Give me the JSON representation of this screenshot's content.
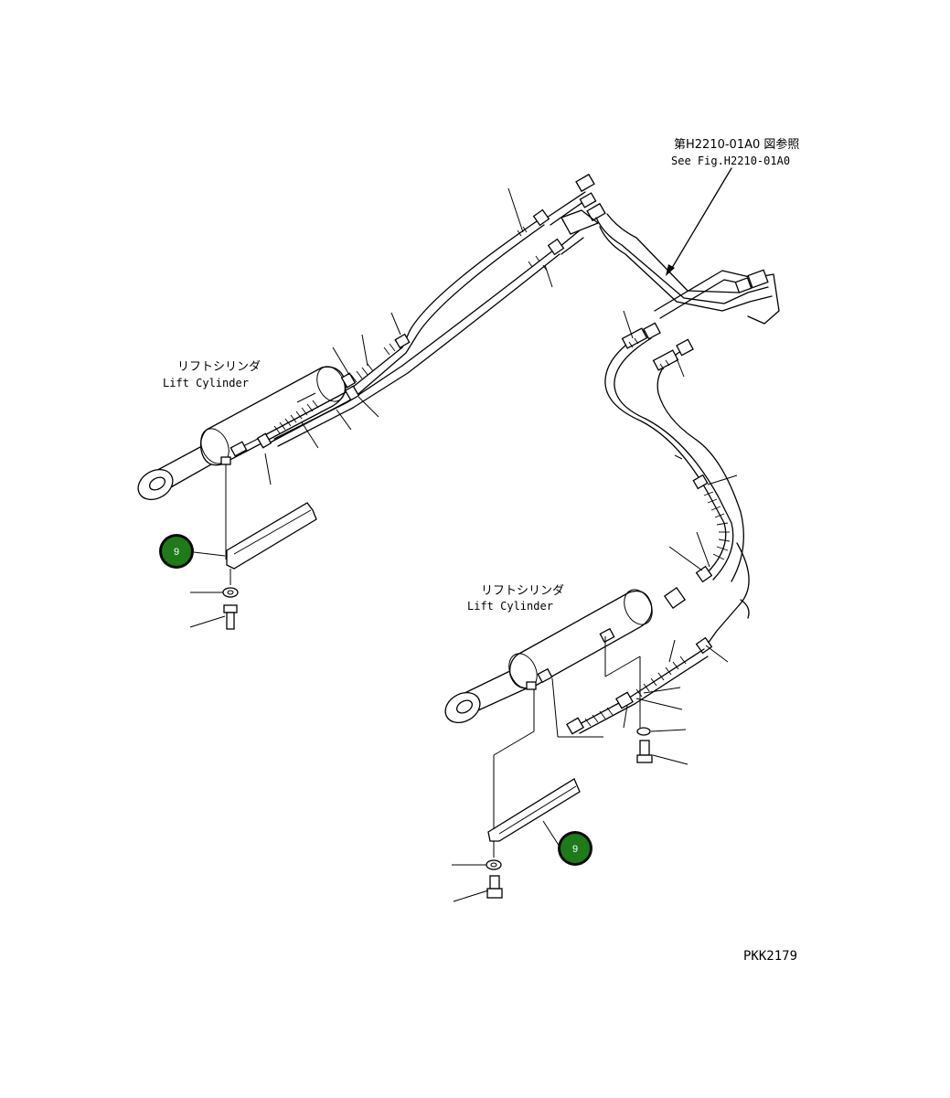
{
  "labels": {
    "upper_cylinder_jp": "リフトシリンダ",
    "upper_cylinder_en": "Lift Cylinder",
    "lower_cylinder_jp": "リフトシリンダ",
    "lower_cylinder_en": "Lift Cylinder",
    "reference_jp": "第H2210-01A0 図参照",
    "reference_en": "See Fig.H2210-01A0",
    "drawing_code": "PKK2179"
  },
  "callouts": [
    {
      "label": "9"
    },
    {
      "label": "9"
    }
  ],
  "colors": {
    "callout_fill": "#1f7a1a",
    "callout_ring": "#0a0a0a",
    "line": "#000000"
  }
}
